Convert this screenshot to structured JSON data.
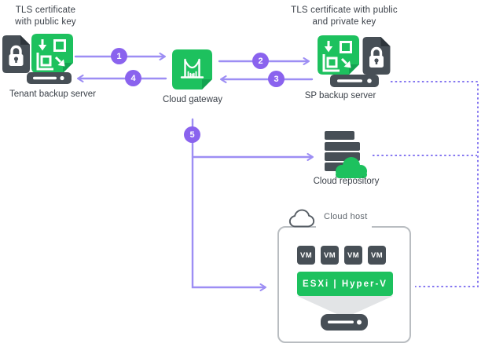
{
  "captions": {
    "tenant_cert": "TLS certificate with public key",
    "sp_cert": "TLS certificate with public and private key"
  },
  "labels": {
    "tenant": "Tenant backup server",
    "gateway": "Cloud gateway",
    "sp": "SP backup server",
    "repository": "Cloud repository",
    "cloud_host": "Cloud host",
    "hypervisor": "ESXi | Hyper-V"
  },
  "steps": [
    "1",
    "2",
    "3",
    "4",
    "5"
  ],
  "vms": [
    "VM",
    "VM",
    "VM",
    "VM"
  ],
  "icons": {
    "tenant_lock": "lock-document-icon",
    "tenant_certificate": "certificate-icon",
    "tenant_server": "server-icon",
    "gateway": "bridge-gateway-icon",
    "sp_certificate": "certificate-icon",
    "sp_lock": "lock-document-icon",
    "sp_server": "server-icon",
    "repository": "storage-stack-cloud-icon",
    "cloud_host": "cloud-outline-icon",
    "host_server": "server-icon"
  },
  "colors": {
    "green": "#1dc15e",
    "green_fold": "#12a350",
    "dark": "#474f56",
    "ink": "#3b4149",
    "line_purple": "#9d8ef4",
    "badge_purple": "#8a63ee",
    "dotted_purple": "#8577f0",
    "box_border": "#b9bdc1",
    "muted": "#5d646b",
    "trapezoid": "#e2e4e6"
  }
}
